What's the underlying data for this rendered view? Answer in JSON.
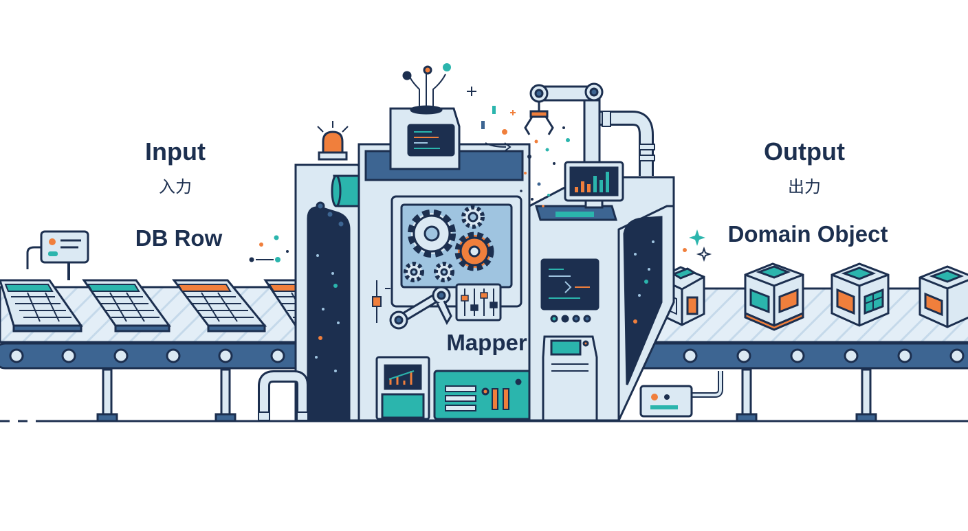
{
  "input": {
    "title": "Input",
    "subtitle": "入力",
    "item": "DB Row"
  },
  "output": {
    "title": "Output",
    "subtitle": "出力",
    "item": "Domain Object"
  },
  "machine": {
    "label": "Mapper"
  },
  "icons": [
    "db-row-icon",
    "domain-object-icon",
    "gear-icon",
    "alarm-light-icon",
    "robot-arm-icon",
    "monitor-icon",
    "bar-chart-icon",
    "control-panel-icon",
    "conveyor-belt-icon",
    "pipe-icon"
  ],
  "colors": {
    "navy": "#1c2f4f",
    "teal": "#2bb5ad",
    "orange": "#f07f3c",
    "lightblue": "#dbe9f3",
    "belt": "#3d6592"
  }
}
